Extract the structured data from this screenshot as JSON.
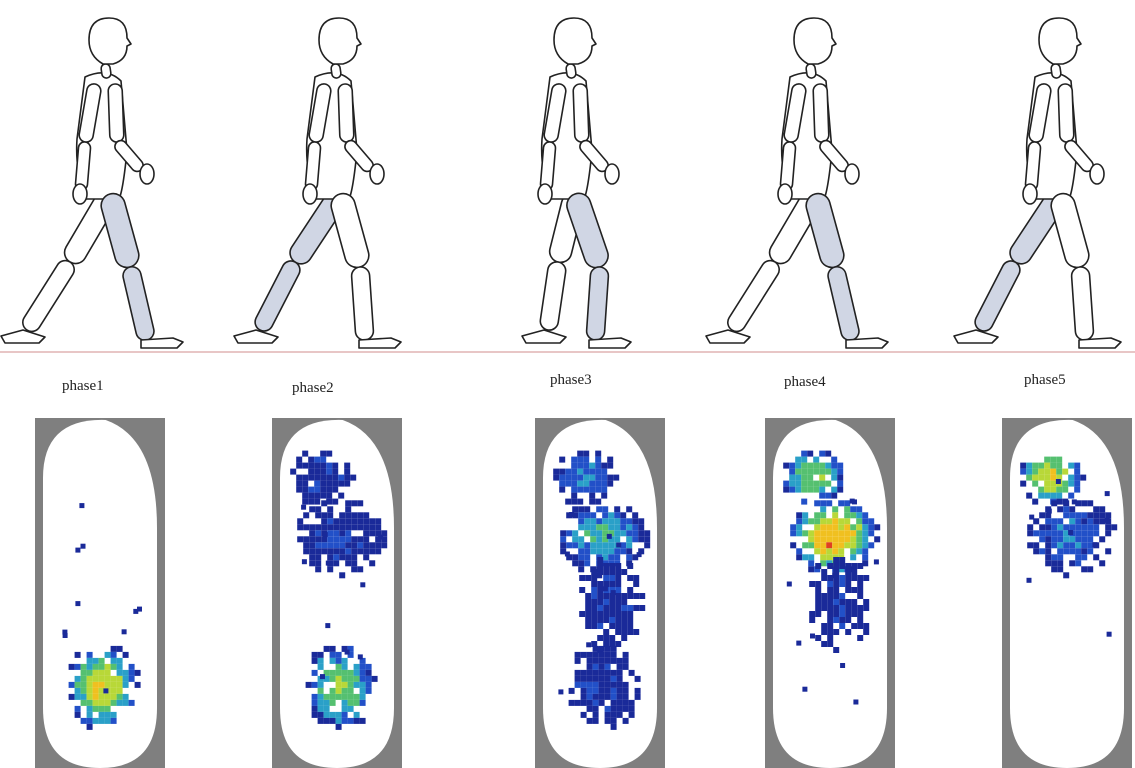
{
  "phases": [
    {
      "label": "phase1"
    },
    {
      "label": "phase2"
    },
    {
      "label": "phase3"
    },
    {
      "label": "phase4"
    },
    {
      "label": "phase5"
    }
  ],
  "colors": {
    "ground_line": "#d9a3a3",
    "insole_outline": "#7f7f7f",
    "insole_inner": "#ffffff",
    "limb_shade": "#d0d6e4",
    "pressure_scale": [
      "#1a2a99",
      "#2250c8",
      "#2aa0c8",
      "#55c070",
      "#b8d838",
      "#f0c020",
      "#e04020"
    ]
  },
  "pressure_regions": [
    [
      {
        "area": "heel",
        "peak": 5
      }
    ],
    [
      {
        "area": "toes",
        "peak": 1
      },
      {
        "area": "forefoot",
        "peak": 1
      },
      {
        "area": "heel",
        "peak": 4
      }
    ],
    [
      {
        "area": "toes",
        "peak": 2
      },
      {
        "area": "forefoot",
        "peak": 3
      },
      {
        "area": "midfoot",
        "peak": 1
      },
      {
        "area": "heel",
        "peak": 1
      }
    ],
    [
      {
        "area": "toes",
        "peak": 4
      },
      {
        "area": "forefoot",
        "peak": 6
      },
      {
        "area": "midfoot",
        "peak": 1
      }
    ],
    [
      {
        "area": "toes",
        "peak": 5
      },
      {
        "area": "forefoot",
        "peak": 2
      }
    ]
  ]
}
